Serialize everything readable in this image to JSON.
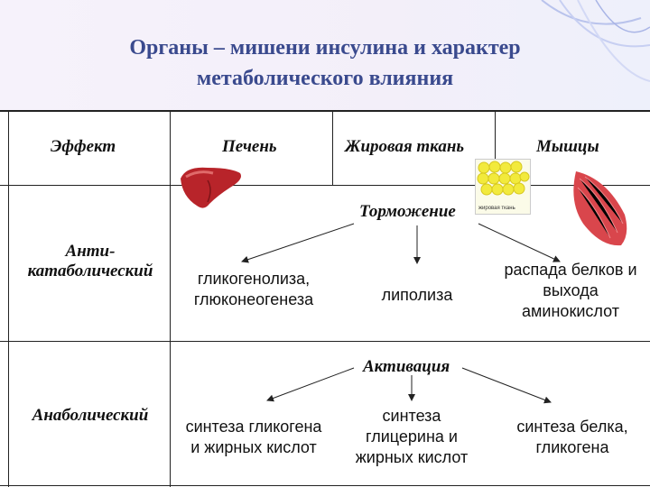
{
  "title": "Органы – мишени инсулина и характер\nметаболического влияния",
  "headers": {
    "effect": "Эффект",
    "liver": "Печень",
    "fat": "Жировая ткань",
    "muscle": "Мышцы"
  },
  "fat_image_caption": "жировая ткань",
  "rows": {
    "anticatabolic": {
      "label": "Анти-\nкатаболический",
      "group": "Торможение",
      "liver": "гликогенолиза,\nглюконеогенеза",
      "fat": "липолиза",
      "muscle": "распада белков и\nвыхода\nаминокислот"
    },
    "anabolic": {
      "label": "Анаболический",
      "group": "Активация",
      "liver": "синтеза гликогена\nи жирных кислот",
      "fat": "синтеза\nглицерина и\nжирных кислот",
      "muscle": "синтеза белка,\nгликогена"
    }
  },
  "colors": {
    "title": "#3a4a8e",
    "liver": "#b8242a",
    "fat": "#f2ea3c",
    "muscle": "#d9464c"
  }
}
